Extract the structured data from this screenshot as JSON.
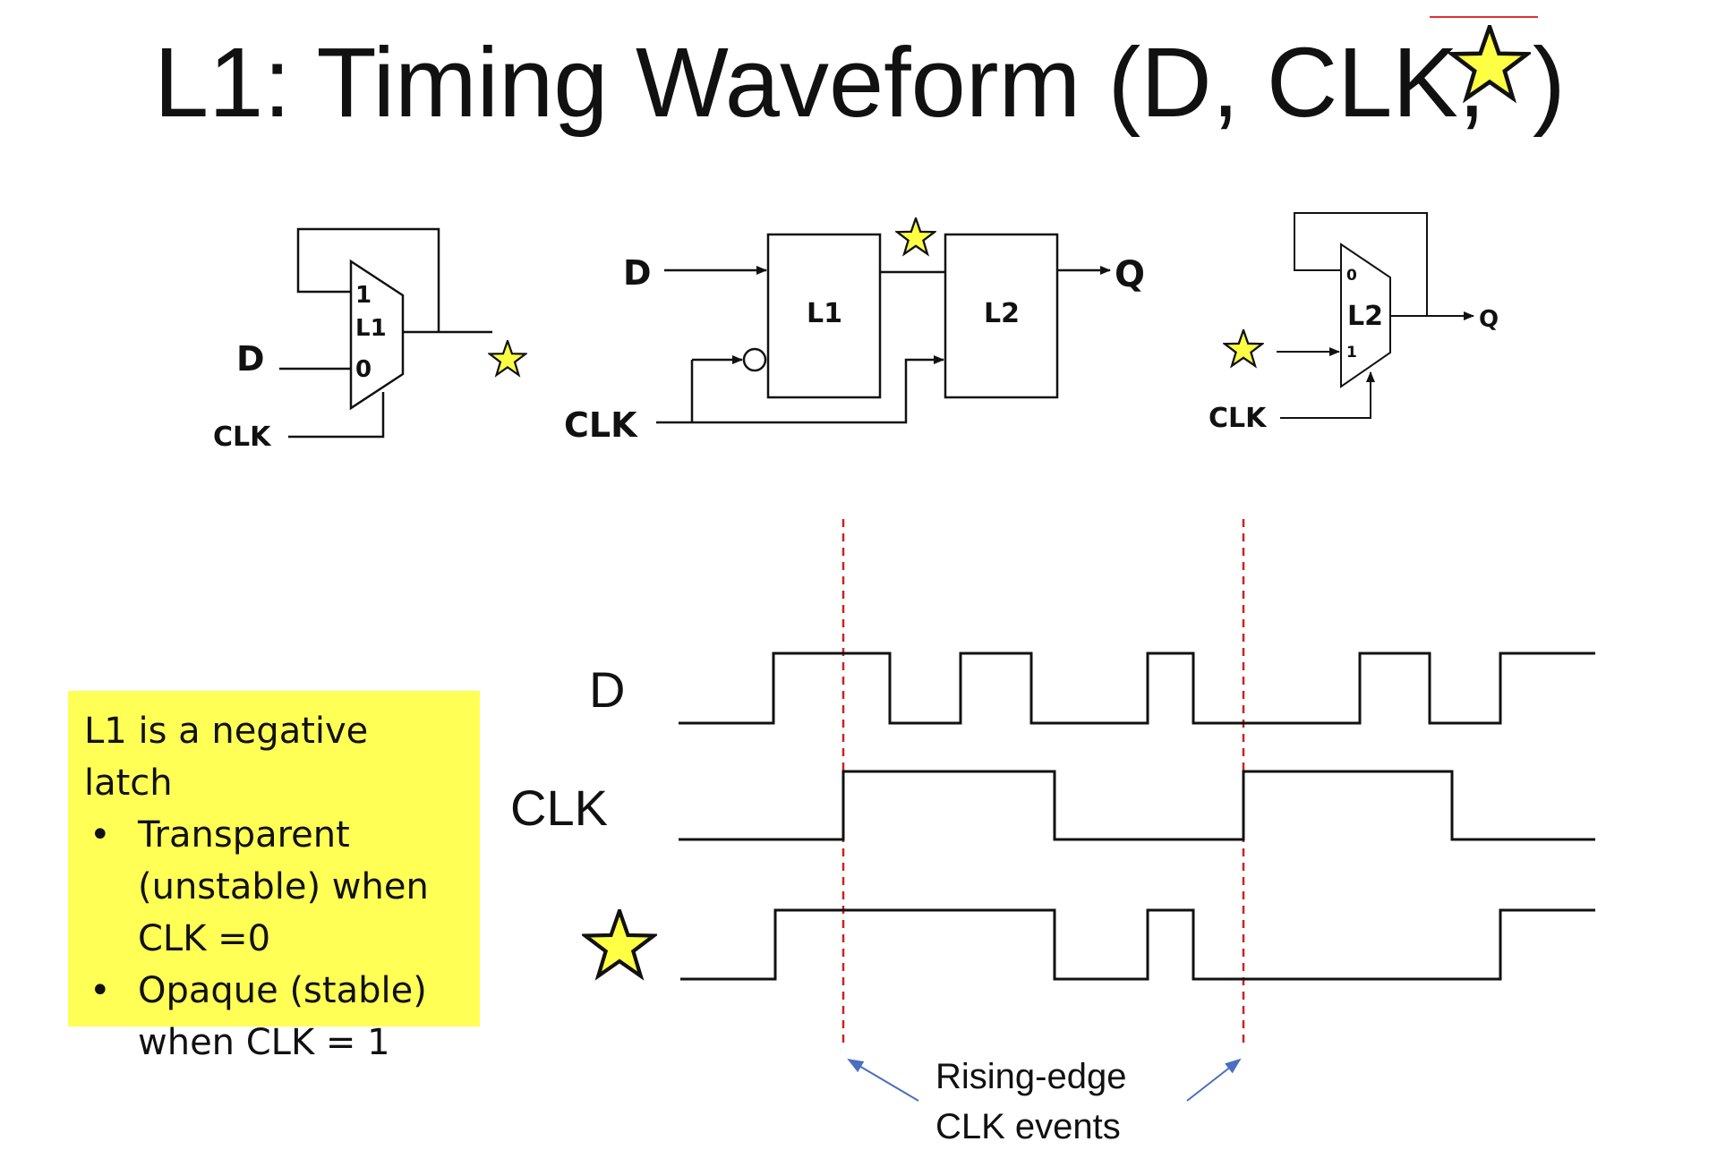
{
  "slide": {
    "title": "L1: Timing Waveform (D, CLK,",
    "title_close": ")"
  },
  "circuit_left": {
    "mux_inputs": [
      "1",
      "0"
    ],
    "mux_label": "L1",
    "d_label": "D",
    "clk_label": "CLK"
  },
  "circuit_middle": {
    "d_label": "D",
    "clk_label": "CLK",
    "latch1_label": "L1",
    "latch2_label": "L2",
    "q_label": "Q"
  },
  "circuit_right": {
    "mux_inputs": [
      "0",
      "1"
    ],
    "mux_label": "L2",
    "clk_label": "CLK",
    "q_label": "Q"
  },
  "waveforms": {
    "signals": [
      {
        "name": "D",
        "transitions": [
          0,
          1,
          0,
          1,
          0,
          1,
          0,
          1,
          0,
          1
        ]
      },
      {
        "name": "CLK",
        "transitions": [
          0,
          1,
          0,
          1,
          0
        ]
      },
      {
        "name": "star",
        "transitions": [
          0,
          1,
          0,
          1,
          0,
          1
        ]
      }
    ],
    "colors": {
      "signal": "#111111",
      "event_line": "#cc2222",
      "arrow": "#4a6fbf",
      "star_fill": "#ffff44"
    }
  },
  "callout": {
    "heading": "L1 is a negative latch",
    "bullets": [
      "Transparent (unstable) when CLK =0",
      "Opaque (stable) when CLK = 1"
    ]
  },
  "annotation": {
    "line1": "Rising-edge",
    "line2": "CLK events"
  }
}
